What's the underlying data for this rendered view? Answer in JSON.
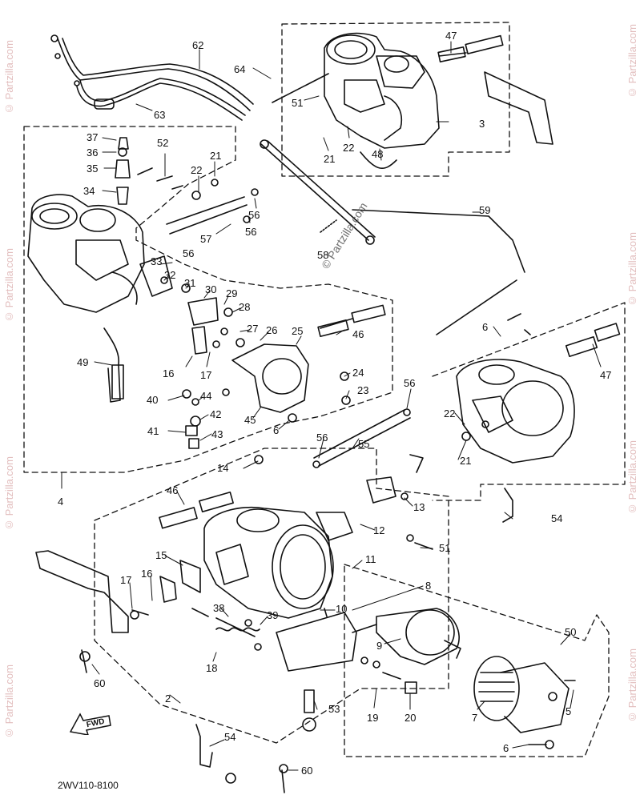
{
  "diagram": {
    "code": "2WV110-8100",
    "fwd_label": "FWD",
    "watermark": "© Partzilla.com",
    "callouts": [
      {
        "id": "c62",
        "text": "62"
      },
      {
        "id": "c64",
        "text": "64"
      },
      {
        "id": "c47a",
        "text": "47"
      },
      {
        "id": "c63",
        "text": "63"
      },
      {
        "id": "c51a",
        "text": "51"
      },
      {
        "id": "c3",
        "text": "3"
      },
      {
        "id": "c22a",
        "text": "22"
      },
      {
        "id": "c21a",
        "text": "21"
      },
      {
        "id": "c48",
        "text": "48"
      },
      {
        "id": "c37",
        "text": "37"
      },
      {
        "id": "c36",
        "text": "36"
      },
      {
        "id": "c35",
        "text": "35"
      },
      {
        "id": "c34",
        "text": "34"
      },
      {
        "id": "c52",
        "text": "52"
      },
      {
        "id": "c21b",
        "text": "21"
      },
      {
        "id": "c22b",
        "text": "22"
      },
      {
        "id": "c57",
        "text": "57"
      },
      {
        "id": "c56a",
        "text": "56"
      },
      {
        "id": "c56b",
        "text": "56"
      },
      {
        "id": "c56c",
        "text": "56"
      },
      {
        "id": "c58",
        "text": "58"
      },
      {
        "id": "c59",
        "text": "59"
      },
      {
        "id": "c33",
        "text": "33"
      },
      {
        "id": "c32",
        "text": "32"
      },
      {
        "id": "c31",
        "text": "31"
      },
      {
        "id": "c30",
        "text": "30"
      },
      {
        "id": "c29",
        "text": "29"
      },
      {
        "id": "c28",
        "text": "28"
      },
      {
        "id": "c27",
        "text": "27"
      },
      {
        "id": "c26",
        "text": "26"
      },
      {
        "id": "c25",
        "text": "25"
      },
      {
        "id": "c46a",
        "text": "46"
      },
      {
        "id": "c49",
        "text": "49"
      },
      {
        "id": "c16a",
        "text": "16"
      },
      {
        "id": "c17a",
        "text": "17"
      },
      {
        "id": "c24",
        "text": "24"
      },
      {
        "id": "c23",
        "text": "23"
      },
      {
        "id": "c40",
        "text": "40"
      },
      {
        "id": "c44",
        "text": "44"
      },
      {
        "id": "c42",
        "text": "42"
      },
      {
        "id": "c45",
        "text": "45"
      },
      {
        "id": "c6a",
        "text": "6"
      },
      {
        "id": "c41",
        "text": "41"
      },
      {
        "id": "c43",
        "text": "43"
      },
      {
        "id": "c56d",
        "text": "56"
      },
      {
        "id": "c55",
        "text": "55"
      },
      {
        "id": "c56e",
        "text": "56"
      },
      {
        "id": "c6b",
        "text": "6"
      },
      {
        "id": "c47b",
        "text": "47"
      },
      {
        "id": "c22c",
        "text": "22"
      },
      {
        "id": "c21c",
        "text": "21"
      },
      {
        "id": "c14",
        "text": "14"
      },
      {
        "id": "c4",
        "text": "4"
      },
      {
        "id": "c46b",
        "text": "46"
      },
      {
        "id": "c13",
        "text": "13"
      },
      {
        "id": "c54a",
        "text": "54"
      },
      {
        "id": "c12",
        "text": "12"
      },
      {
        "id": "c51b",
        "text": "51"
      },
      {
        "id": "c15",
        "text": "15"
      },
      {
        "id": "c11",
        "text": "11"
      },
      {
        "id": "c17b",
        "text": "17"
      },
      {
        "id": "c16b",
        "text": "16"
      },
      {
        "id": "c8",
        "text": "8"
      },
      {
        "id": "c38",
        "text": "38"
      },
      {
        "id": "c39",
        "text": "39"
      },
      {
        "id": "c10",
        "text": "10"
      },
      {
        "id": "c18",
        "text": "18"
      },
      {
        "id": "c9",
        "text": "9"
      },
      {
        "id": "c50",
        "text": "50"
      },
      {
        "id": "c60a",
        "text": "60"
      },
      {
        "id": "c2",
        "text": "2"
      },
      {
        "id": "c53",
        "text": "53"
      },
      {
        "id": "c19",
        "text": "19"
      },
      {
        "id": "c20",
        "text": "20"
      },
      {
        "id": "c7",
        "text": "7"
      },
      {
        "id": "c5",
        "text": "5"
      },
      {
        "id": "c54b",
        "text": "54"
      },
      {
        "id": "c6c",
        "text": "6"
      },
      {
        "id": "c60b",
        "text": "60"
      }
    ]
  }
}
